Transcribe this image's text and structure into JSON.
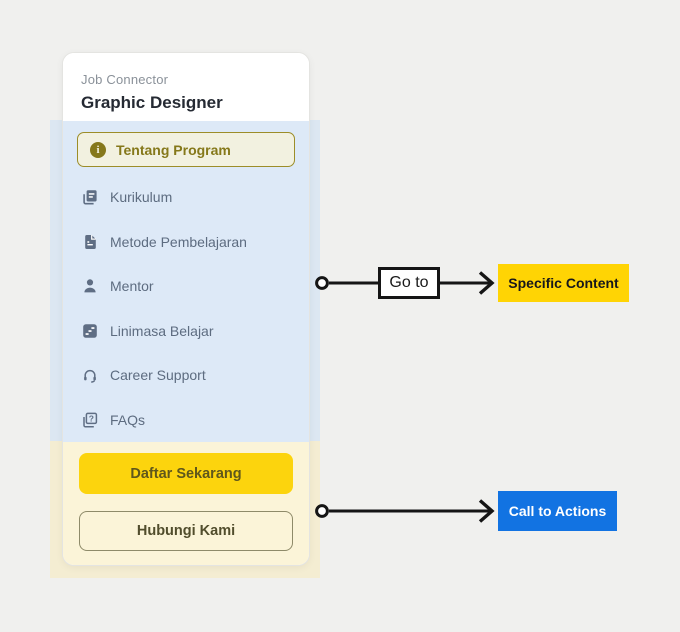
{
  "card": {
    "header": {
      "eyebrow": "Job Connector",
      "title": "Graphic Designer"
    },
    "menu": {
      "items": [
        {
          "label": "Tentang Program",
          "icon": "info-icon",
          "selected": true
        },
        {
          "label": "Kurikulum",
          "icon": "book-copy-icon",
          "selected": false
        },
        {
          "label": "Metode Pembelajaran",
          "icon": "document-icon",
          "selected": false
        },
        {
          "label": "Mentor",
          "icon": "person-icon",
          "selected": false
        },
        {
          "label": "Linimasa Belajar",
          "icon": "steps-icon",
          "selected": false
        },
        {
          "label": "Career Support",
          "icon": "headset-icon",
          "selected": false
        },
        {
          "label": "FAQs",
          "icon": "faq-icon",
          "selected": false
        }
      ],
      "info_glyph": "i"
    },
    "cta": {
      "primary_label": "Daftar Sekarang",
      "secondary_label": "Hubungi Kami"
    }
  },
  "annotations": {
    "go_to_label": "Go to",
    "specific_content_label": "Specific Content",
    "call_to_actions_label": "Call to Actions"
  },
  "colors": {
    "page_background": "#f0f0ee",
    "menu_highlight_overlay": "#dce7f2",
    "cta_highlight_overlay": "#f4edd2",
    "menu_section_background": "#dde9f7",
    "cta_section_background": "#fbf4d8",
    "selected_olive": "#85781a",
    "selected_border": "#9c8d28",
    "menu_text_gray": "#5d6c80",
    "primary_button_yellow": "#fcd40d",
    "tag_yellow": "#ffd404",
    "tag_blue": "#1273e2",
    "arrow_black": "#151515"
  }
}
